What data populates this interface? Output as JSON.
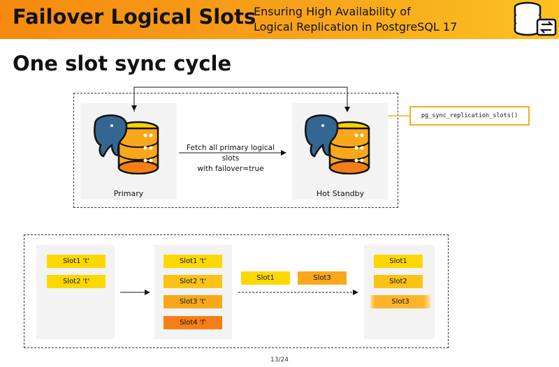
{
  "header": {
    "title": "Failover Logical Slots",
    "subtitle_line1": "Ensuring High Availability of",
    "subtitle_line2": "Logical Replication in PostgreSQL 17"
  },
  "slide_title": "One slot sync cycle",
  "diagram_top": {
    "primary_label": "Primary",
    "standby_label": "Hot Standby",
    "fetch_line1": "Fetch all primary logical slots",
    "fetch_line2": "with failover=true",
    "function_call": "pg_sync_replication_slots()"
  },
  "diagram_bottom": {
    "panel1_slots": [
      "Slot1 't'",
      "Slot2 't'"
    ],
    "panel2_slots": [
      "Slot1 't'",
      "Slot2 't'",
      "Slot3 't'",
      "Slot4 'f'"
    ],
    "transfer_slots": [
      "Slot1",
      "Slot3"
    ],
    "panel3_slots": [
      "Slot1",
      "Slot2",
      "Slot3"
    ]
  },
  "footer": {
    "page": "13/24"
  },
  "colors": {
    "banner_start": "#f58a0f",
    "banner_end": "#fbc221",
    "slot_yellow": "#fcd800",
    "slot_orange": "#f77e14",
    "function_border": "#f2b01c"
  }
}
